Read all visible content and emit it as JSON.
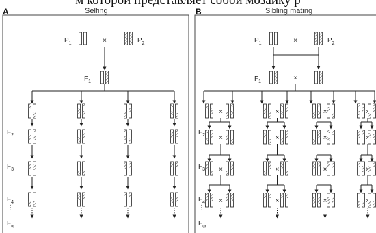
{
  "caption": "м которой представляет собой мозаику р",
  "panels": [
    {
      "letter": "A",
      "title": "Selfing",
      "parents": {
        "p1": "P",
        "p1_sub": "1",
        "p2": "P",
        "p2_sub": "2",
        "cross": "×"
      },
      "f1": {
        "base": "F",
        "sub": "1"
      },
      "generations": [
        {
          "base": "F",
          "sub": "2"
        },
        {
          "base": "F",
          "sub": "3"
        },
        {
          "base": "F",
          "sub": "4"
        },
        {
          "base": "⋮",
          "sub": ""
        },
        {
          "base": "F",
          "sub": "∞"
        }
      ]
    },
    {
      "letter": "B",
      "title": "Sibling mating",
      "parents": {
        "p1": "P",
        "p1_sub": "1",
        "p2": "P",
        "p2_sub": "2",
        "cross": "×"
      },
      "f1": {
        "base": "F",
        "sub": "1"
      },
      "generations": [
        {
          "base": "F",
          "sub": "2"
        },
        {
          "base": "F",
          "sub": "3"
        },
        {
          "base": "F",
          "sub": "4"
        },
        {
          "base": "⋮",
          "sub": ""
        },
        {
          "base": "F",
          "sub": "∞"
        }
      ]
    }
  ],
  "colors": {
    "line": "#222222",
    "hatch": "#555555",
    "frame": "#444444",
    "bg": "#ffffff"
  }
}
